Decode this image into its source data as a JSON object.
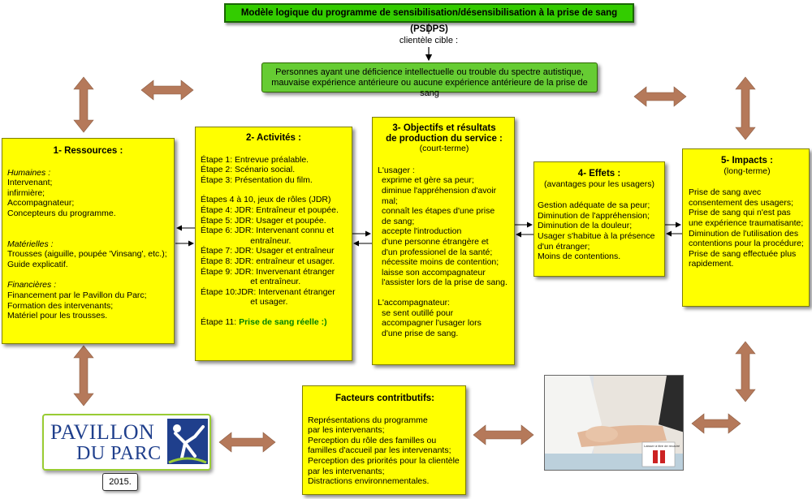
{
  "title": "Modèle logique du programme de sensibilisation/désensibilisation à la prise de sang (PSDPS)",
  "target_label": "clientèle cible :",
  "target_lines": [
    "Personnes ayant une déficience intellectuelle ou trouble du spectre autistique,",
    "mauvaise expérience antérieure ou aucune expérience antérieure de la prise de sang"
  ],
  "resources": {
    "heading": "1- Ressources :",
    "humaines_label": "Humaines :",
    "humaines": [
      "Intervenant;",
      "infirmière;",
      "Accompagnateur;",
      "Concepteurs du programme."
    ],
    "materielles_label": "Matérielles :",
    "materielles": [
      "Trousses (aiguille, poupée 'Vinsang', etc.);",
      "Guide explicatif."
    ],
    "financieres_label": "Financières :",
    "financieres": [
      "Financement par le Pavillon du Parc;",
      "Formation des intervenants;",
      "Matériel pour les trousses."
    ]
  },
  "activities": {
    "heading": "2- Activités :",
    "steps_a": [
      "Étape 1: Entrevue préalable.",
      "Étape 2: Scénario social.",
      "Étape 3: Présentation du film."
    ],
    "steps_b": [
      "Étapes 4 à 10, jeux de rôles (JDR)",
      "Étape 4: JDR: Entraîneur et poupée.",
      "Étape 5: JDR: Usager et poupée.",
      "Étape 6: JDR: Intervenant connu et",
      "                     entraîneur.",
      "Étape 7: JDR: Usager et entraîneur",
      "Étape 8: JDR: entraîneur et usager.",
      "Étape 9: JDR: Invervenant étranger",
      "                     et entraîneur.",
      "Étape 10:JDR: Intervenant étranger",
      "                     et usager."
    ],
    "step11_prefix": "Étape 11: ",
    "step11_highlight": "Prise de sang réelle  :)"
  },
  "objectives": {
    "heading_line1": "3- Objectifs et résultats",
    "heading_line2": "de production du service :",
    "sub": "(court-terme)",
    "usager_label": "L'usager :",
    "usager": [
      "exprime et gère sa peur;",
      "diminue l'appréhension d'avoir",
      "mal;",
      "connaît les étapes d'une prise",
      "de sang;",
      "accepte l'introduction",
      "d'une personne étrangère et",
      "d'un professionel de la santé;",
      "nécessite moins de contention;",
      "laisse son accompagnateur",
      "l'assister lors de la prise de sang."
    ],
    "accomp_label": "L'accompagnateur:",
    "accomp": [
      "se sent outillé pour",
      "accompagner l'usager lors",
      "d'une prise de sang."
    ]
  },
  "effects": {
    "heading": "4- Effets :",
    "sub": "(avantages pour les usagers)",
    "items": [
      "Gestion adéquate de sa peur;",
      "Diminution de l'appréhension;",
      "Diminution de la douleur;",
      "Usager s'habitue à la présence",
      "d'un étranger;",
      "Moins de contentions."
    ]
  },
  "impacts": {
    "heading": "5- Impacts :",
    "sub": "(long-terme)",
    "items": [
      "Prise de sang avec",
      "consentement des usagers;",
      "Prise de sang qui n'est pas",
      "une expérience traumatisante;",
      "Diminution de l'utilisation des",
      "contentions pour la procédure;",
      "Prise de sang effectuée plus",
      "rapidement."
    ]
  },
  "factors": {
    "heading": "Facteurs contritbutifs:",
    "items": [
      "Représentations du programme",
      "par les intervenants;",
      "Perception du rôle des familles ou",
      "familles d'accueil par les intervenants;",
      "Perception des priorités pour la clientèle",
      "par les intervenants;",
      "Distractions environnementales."
    ]
  },
  "logo": {
    "word1": "PAVILLON",
    "word2": "DU PARC",
    "year": "2015."
  },
  "photo_caption": "Laisser à titre de recadré",
  "colors": {
    "box_fill": "#ffff00",
    "title_fill": "#33cc00",
    "target_fill": "#66cc33",
    "arrow_fill": "#b5795a",
    "logo_blue": "#1f3f8c"
  }
}
